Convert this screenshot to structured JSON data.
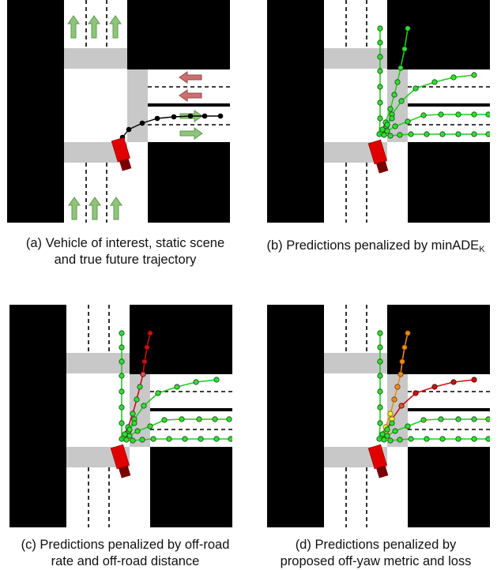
{
  "panels": [
    {
      "id": "a",
      "caption_line1": "(a) Vehicle of interest, static scene",
      "caption_line2": "and true future trajectory",
      "caption_sub": ""
    },
    {
      "id": "b",
      "caption_line1": "(b) Predictions penalized by minADE",
      "caption_line2": "",
      "caption_sub": "K"
    },
    {
      "id": "c",
      "caption_line1": "(c) Predictions penalized by off-road",
      "caption_line2": "rate and off-road distance",
      "caption_sub": ""
    },
    {
      "id": "d",
      "caption_line1": "(d) Predictions penalized by",
      "caption_line2": "proposed off-yaw metric and loss",
      "caption_sub": ""
    }
  ],
  "colors": {
    "offroad": "#000000",
    "road": "#ffffff",
    "crosswalk": "#c8c8c8",
    "vehicle_body": "#e00000",
    "vehicle_tail": "#7a0000",
    "ok_prediction": "#22cc22",
    "ok_prediction_dot": "#33dd33",
    "penalized_red": "#cc1111",
    "penalized_orange": "#f08a1a",
    "penalized_yellow": "#f2ee30",
    "arrow_green": "#8fc47a",
    "arrow_red": "#c97070",
    "ground_truth": "#000000"
  }
}
